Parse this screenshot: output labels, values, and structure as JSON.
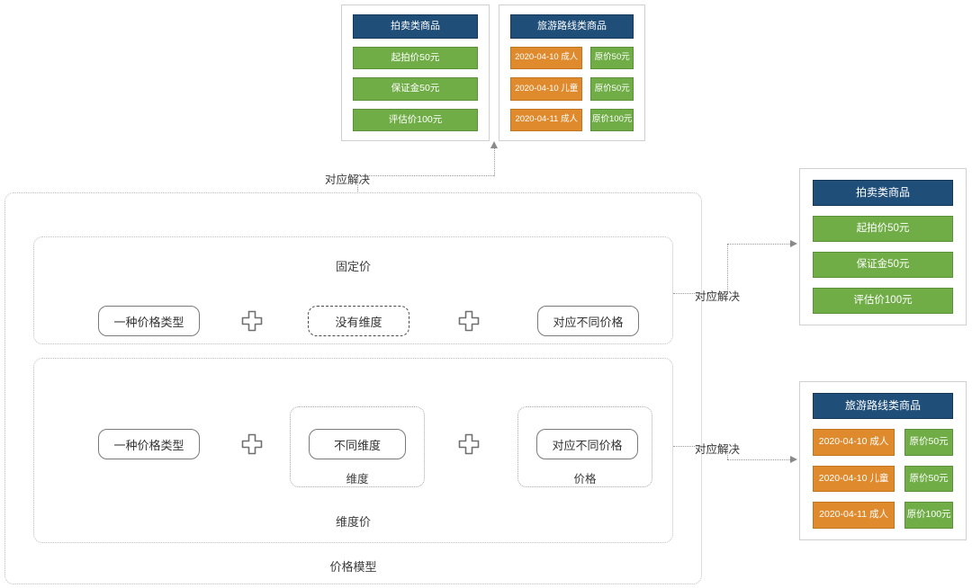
{
  "diagram": {
    "title": "价格模型",
    "model_container_label": "价格模型",
    "bands": [
      {
        "id": "fixed",
        "title": "固定价"
      },
      {
        "id": "dimension",
        "title": "维度价"
      }
    ],
    "fixed_price_row": {
      "node1": "一种价格类型",
      "operator1": "plus-icon",
      "node2": "没有维度",
      "operator2": "plus-icon",
      "node3": "对应不同价格"
    },
    "dimension_price_row": {
      "node1": "一种价格类型",
      "operator1": "plus-icon",
      "node2": "不同维度",
      "group2_label": "维度",
      "operator2": "plus-icon",
      "node3": "对应不同价格",
      "group3_label": "价格"
    },
    "connectors": [
      {
        "id": "top",
        "label": "对应解决"
      },
      {
        "id": "right-top",
        "label": "对应解决"
      },
      {
        "id": "right-bottom",
        "label": "对应解决"
      }
    ]
  },
  "auction_card": {
    "header": "拍卖类商品",
    "items": [
      "起拍价50元",
      "保证金50元",
      "评估价100元"
    ]
  },
  "travel_card": {
    "header": "旅游路线类商品",
    "rows": [
      {
        "dimension": "2020-04-10 成人",
        "price": "原价50元"
      },
      {
        "dimension": "2020-04-10 儿童",
        "price": "原价50元"
      },
      {
        "dimension": "2020-04-11 成人",
        "price": "原价100元"
      }
    ]
  },
  "colors": {
    "blue": "#1F4E79",
    "green": "#70AD47",
    "orange": "#E08A2E",
    "border": "#d0d0d0",
    "dotted": "#bdbdbd"
  }
}
